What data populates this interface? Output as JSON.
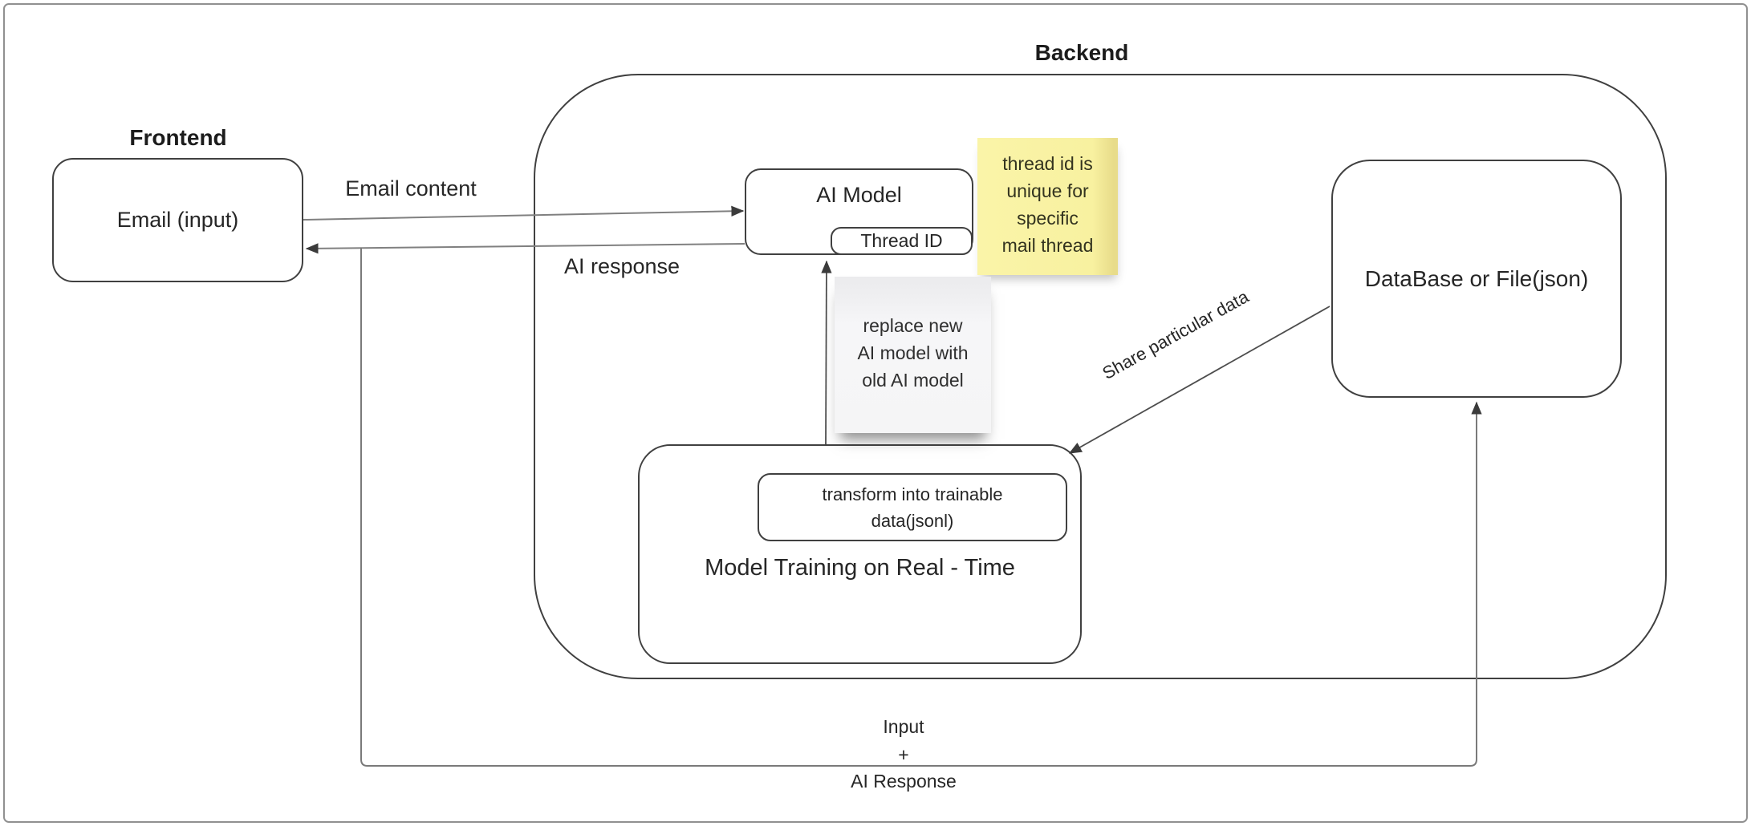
{
  "diagram": {
    "titles": {
      "frontend": "Frontend",
      "backend": "Backend"
    },
    "nodes": {
      "email": {
        "label": "Email (input)"
      },
      "ai_model": {
        "label": "AI Model"
      },
      "thread_id": {
        "label": "Thread ID"
      },
      "model_training": {
        "label": "Model Training on Real - Time"
      },
      "transform": {
        "line1": "transform into trainable",
        "line2": "data(jsonl)"
      },
      "database": {
        "label": "DataBase or File(json)"
      }
    },
    "edges": {
      "email_content": "Email content",
      "ai_response": "AI response",
      "share_data": "Share particular data",
      "io_line1": "Input",
      "io_line2": "+",
      "io_line3": "AI Response"
    },
    "notes": {
      "thread_note": {
        "lines": [
          "thread id is",
          "unique for",
          "specific",
          "mail thread"
        ],
        "color": "#f8f1a0"
      },
      "replace_note": {
        "lines": [
          "replace new",
          "AI model with",
          "old AI model"
        ],
        "color": "#f5f5f6"
      }
    },
    "colors": {
      "box_border": "#404040",
      "connector_gray": "#808080",
      "connector_dark": "#4d4d4d",
      "arrowhead": "#3b3b3b",
      "canvas_border": "#909090",
      "text": "#262626"
    }
  }
}
